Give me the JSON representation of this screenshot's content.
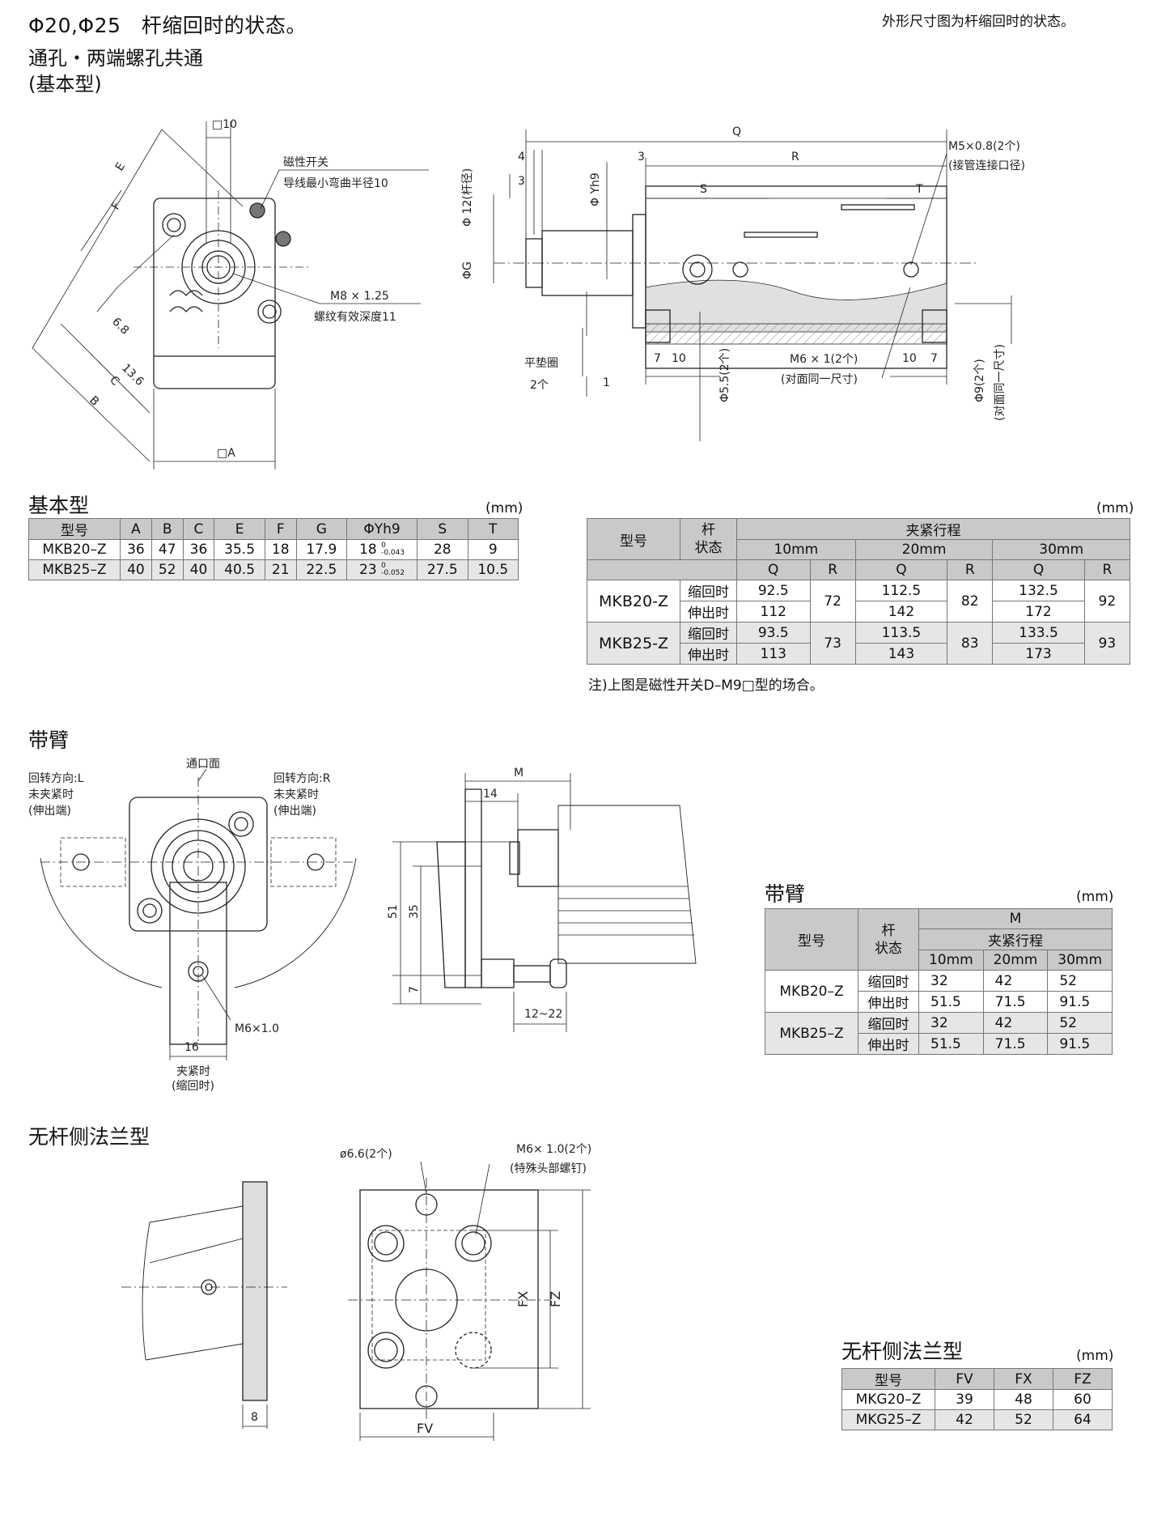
{
  "header": {
    "title": "Φ20,Φ25　杆缩回时的状态。",
    "subtitle1": "通孔・两端螺孔共通",
    "subtitle2": "(基本型)",
    "right_note": "外形尺寸图为杆缩回时的状态。"
  },
  "basic_diagram": {
    "labels": {
      "sq10": "□10",
      "E": "E",
      "F": "F",
      "switch1": "磁性开关",
      "switch2": "导线最小弯曲半径10",
      "m8_1": "M8 × 1.25",
      "m8_2": "螺纹有效深度11",
      "d68": "6.8",
      "d136": "13.6",
      "C": "C",
      "B": "B",
      "sqA": "□A",
      "Q": "Q",
      "R": "R",
      "S": "S",
      "T": "T",
      "d4": "4",
      "d3a": "3",
      "d3b": "3",
      "phi12": "Φ 12(杆径)",
      "phiYh9": "Φ Yh9",
      "phiG": "ΦG",
      "m5_1": "M5×0.8(2个)",
      "m5_2": "(接管连接口径)",
      "washer1": "平垫圈",
      "washer2": "2个",
      "d1": "1",
      "d7a": "7",
      "d10a": "10",
      "phi55": "Φ5.5(2个)",
      "m6_1": "M6 × 1(2个)",
      "m6_2": "(对面同一尺寸)",
      "d10b": "10",
      "d7b": "7",
      "phi9": "Φ9(2个)",
      "phi9_2": "(对面同一尺寸)"
    }
  },
  "basic_table": {
    "title": "基本型",
    "unit": "(mm)",
    "headers": [
      "型号",
      "A",
      "B",
      "C",
      "E",
      "F",
      "G",
      "ΦYh9",
      "S",
      "T"
    ],
    "rows": [
      {
        "model": "MKB20–Z",
        "A": "36",
        "B": "47",
        "C": "36",
        "E": "35.5",
        "F": "18",
        "G": "17.9",
        "Y": "18",
        "Y_sup": "0",
        "Y_sub": "-0.043",
        "S": "28",
        "T": "9"
      },
      {
        "model": "MKB25–Z",
        "A": "40",
        "B": "52",
        "C": "40",
        "E": "40.5",
        "F": "21",
        "G": "22.5",
        "Y": "23",
        "Y_sup": "0",
        "Y_sub": "-0.052",
        "S": "27.5",
        "T": "10.5"
      }
    ]
  },
  "stroke_table": {
    "unit": "(mm)",
    "h_model": "型号",
    "h_state": "杆\n状态",
    "h_stroke": "夹紧行程",
    "strokes": [
      "10mm",
      "20mm",
      "30mm"
    ],
    "q": "Q",
    "r": "R",
    "rows": [
      {
        "model": "MKB20-Z",
        "s1": "缩回时",
        "s2": "伸出时",
        "q10a": "92.5",
        "q10b": "112",
        "r10": "72",
        "q20a": "112.5",
        "q20b": "142",
        "r20": "82",
        "q30a": "132.5",
        "q30b": "172",
        "r30": "92"
      },
      {
        "model": "MKB25-Z",
        "s1": "缩回时",
        "s2": "伸出时",
        "q10a": "93.5",
        "q10b": "113",
        "r10": "73",
        "q20a": "113.5",
        "q20b": "143",
        "r20": "83",
        "q30a": "133.5",
        "q30b": "173",
        "r30": "93"
      }
    ],
    "note": "注)上图是磁性开关D–M9□型的场合。"
  },
  "arm_section": {
    "title": "带臂",
    "labels": {
      "port_face": "通口面",
      "left1": "回转方向:L",
      "left2": "未夹紧时",
      "left3": "(伸出端)",
      "right1": "回转方向:R",
      "right2": "未夹紧时",
      "right3": "(伸出端)",
      "d16": "16",
      "m6": "M6×1.0",
      "clamp1": "夹紧时",
      "clamp2": "(缩回时)",
      "M": "M",
      "d14": "14",
      "d51": "51",
      "d35": "35",
      "d7": "7",
      "d1222": "12~22"
    }
  },
  "arm_table": {
    "title": "带臂",
    "unit": "(mm)",
    "h_model": "型号",
    "h_state": "杆\n状态",
    "h_M": "M",
    "h_stroke": "夹紧行程",
    "strokes": [
      "10mm",
      "20mm",
      "30mm"
    ],
    "rows": [
      {
        "model": "MKB20–Z",
        "s1": "缩回时",
        "s2": "伸出时",
        "a": [
          "32",
          "42",
          "52"
        ],
        "b": [
          "51.5",
          "71.5",
          "91.5"
        ]
      },
      {
        "model": "MKB25–Z",
        "s1": "缩回时",
        "s2": "伸出时",
        "a": [
          "32",
          "42",
          "52"
        ],
        "b": [
          "51.5",
          "71.5",
          "91.5"
        ]
      }
    ]
  },
  "flange_section": {
    "title": "无杆侧法兰型",
    "labels": {
      "hole": "ø6.6(2个)",
      "m6_1": "M6× 1.0(2个)",
      "m6_2": "(特殊头部螺钉)",
      "FX": "FX",
      "FZ": "FZ",
      "FV": "FV",
      "d8": "8"
    }
  },
  "flange_table": {
    "title": "无杆侧法兰型",
    "unit": "(mm)",
    "headers": [
      "型号",
      "FV",
      "FX",
      "FZ"
    ],
    "rows": [
      {
        "model": "MKG20–Z",
        "FV": "39",
        "FX": "48",
        "FZ": "60"
      },
      {
        "model": "MKG25–Z",
        "FV": "42",
        "FX": "52",
        "FZ": "64"
      }
    ]
  }
}
